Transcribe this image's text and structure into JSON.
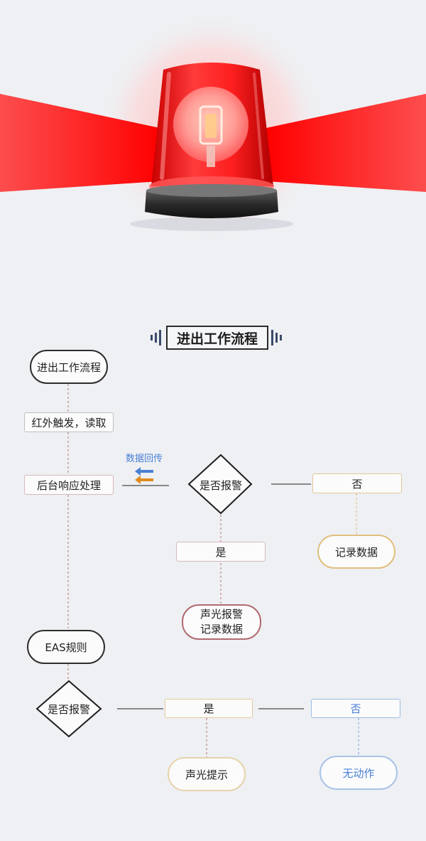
{
  "diagram": {
    "section_title": "进出工作流程",
    "data_return_label": "数据回传",
    "nodes": {
      "start": "进出工作流程",
      "trigger": "红外触发，读取",
      "backend": "后台响应处理",
      "decision1": "是否报警",
      "no1": "否",
      "record1": "记录数据",
      "yes1": "是",
      "alarm_line1": "声光报警",
      "alarm_line2": "记录数据",
      "eas": "EAS规则",
      "decision2": "是否报警",
      "yes2": "是",
      "no2": "否",
      "prompt": "声光提示",
      "noaction": "无动作"
    }
  },
  "colors": {
    "alarm_red": "#ff1e1e",
    "arrow_blue": "#4a7fd4",
    "arrow_orange": "#e08a1e",
    "gold": "#e3c99a",
    "blue_outline": "#9dbbe3",
    "dashed_red": "#c99a9e"
  }
}
